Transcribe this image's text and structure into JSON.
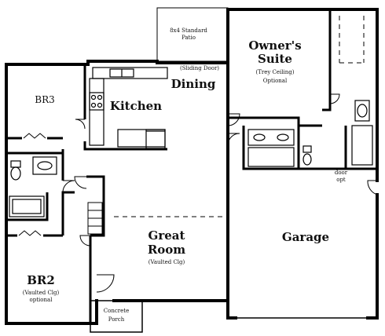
{
  "plan": {
    "rooms": {
      "patio": {
        "line1": "8x4 Standard",
        "line2": "Patio"
      },
      "owners_suite": {
        "line1": "Owner's",
        "line2": "Suite",
        "note1": "(Trey Ceiling)",
        "note2": "Optional"
      },
      "sliding_door": "(Sliding Door)",
      "dining": "Dining",
      "br3": "BR3",
      "kitchen": "Kitchen",
      "door_opt": {
        "line1": "door",
        "line2": "opt"
      },
      "great_room": {
        "line1": "Great",
        "line2": "Room",
        "note": "(Vaulted Clg)"
      },
      "garage": "Garage",
      "br2": {
        "name": "BR2",
        "note1": "(Vaulted Clg)",
        "note2": "optional"
      },
      "porch": {
        "line1": "Concrete",
        "line2": "Porch"
      }
    }
  }
}
